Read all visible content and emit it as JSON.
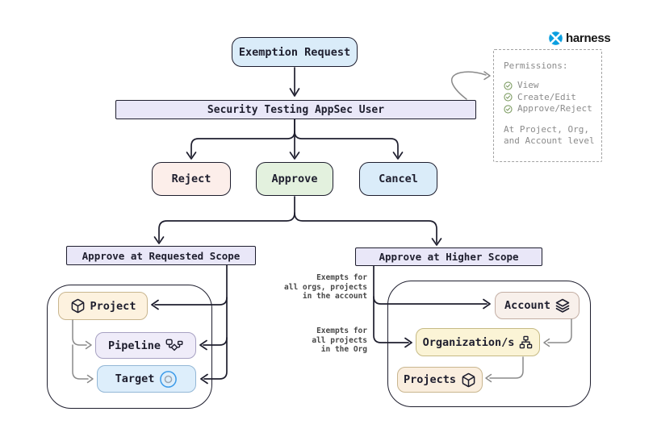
{
  "brand": {
    "wordmark": "harness"
  },
  "flow": {
    "exemption_request": "Exemption Request",
    "appsec_user": "Security Testing AppSec User",
    "reject": "Reject",
    "approve": "Approve",
    "cancel": "Cancel",
    "requested_scope": "Approve at Requested Scope",
    "higher_scope": "Approve at Higher Scope",
    "project": "Project",
    "pipeline": "Pipeline",
    "target": "Target",
    "account": "Account",
    "organizations": "Organization/s",
    "projects": "Projects"
  },
  "annotations": {
    "account_note": [
      "Exempts for",
      "all orgs, projects",
      "in the account"
    ],
    "org_note": [
      "Exempts for",
      "all projects",
      "in the Org"
    ]
  },
  "permissions": {
    "title": "Permissions:",
    "items": [
      "View",
      "Create/Edit",
      "Approve/Reject"
    ],
    "footer": [
      "At Project, Org,",
      "and Account level"
    ]
  },
  "icons": {
    "cube": "cube-icon",
    "pipeline": "pipeline-icon",
    "target": "target-icon",
    "layers": "layers-icon",
    "sitemap": "sitemap-icon",
    "check": "check-circle-icon",
    "logo": "harness-logo-icon"
  },
  "colors": {
    "stroke_dark": "#1e1e2e",
    "stroke_gray": "#8a8a8a",
    "harness_blue": "#0a9fe0",
    "check_green": "#7d9c62",
    "target_blue": "#3d9be9",
    "fill_blue": "#daecf9",
    "fill_lavender": "#e9e7f8",
    "fill_pink": "#fceeea",
    "fill_green": "#e3f1de",
    "fill_cream": "#fdf2df",
    "fill_yellow": "#fbf4d6",
    "fill_shell": "#f8f0eb",
    "fill_peach": "#faeede"
  }
}
